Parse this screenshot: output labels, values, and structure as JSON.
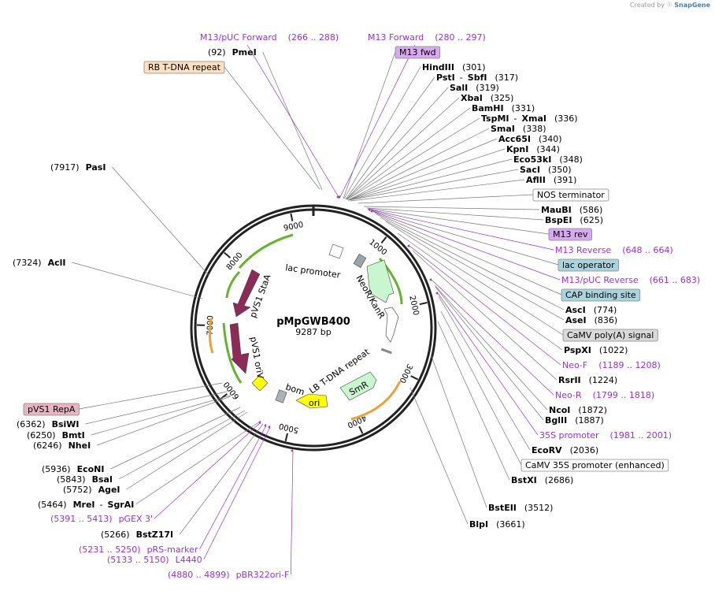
{
  "credit": {
    "prefix": "Created by",
    "brand": "SnapGene"
  },
  "plasmid": {
    "name": "pMpGWB400",
    "size": "9287 bp",
    "length": 9287
  },
  "ticks": [
    "1000",
    "2000",
    "3000",
    "4000",
    "5000",
    "6000",
    "7000",
    "8000",
    "9000"
  ],
  "inner_features": {
    "lac_promoter": "lac promoter",
    "neor": "NeoR/KanR",
    "lb": "LB T-DNA repeat",
    "smr": "SmR",
    "ori": "ori",
    "bom": "bom",
    "pvs1_ori": "pVS1 oriV",
    "pvs1_staa": "pVS1 StaA"
  },
  "labels_right": [
    {
      "kind": "primer",
      "name": "M13/pUC Forward",
      "pos": "(266 .. 288)"
    },
    {
      "kind": "primer",
      "name": "M13 Forward",
      "pos": "(280 .. 297)"
    },
    {
      "kind": "box",
      "name": "M13 fwd",
      "color": "#d8a8f0"
    },
    {
      "kind": "site",
      "name": "HindIII",
      "pos": "(301)"
    },
    {
      "kind": "site",
      "name": "PstI",
      "name2": "SbfI",
      "pos": "(317)"
    },
    {
      "kind": "site",
      "name": "SalI",
      "pos": "(319)"
    },
    {
      "kind": "site",
      "name": "XbaI",
      "pos": "(325)"
    },
    {
      "kind": "site",
      "name": "BamHI",
      "pos": "(331)"
    },
    {
      "kind": "site",
      "name": "TspMI",
      "name2": "XmaI",
      "pos": "(336)"
    },
    {
      "kind": "site",
      "name": "SmaI",
      "pos": "(338)"
    },
    {
      "kind": "site",
      "name": "Acc65I",
      "pos": "(340)"
    },
    {
      "kind": "site",
      "name": "KpnI",
      "pos": "(344)"
    },
    {
      "kind": "site",
      "name": "Eco53kI",
      "pos": "(348)"
    },
    {
      "kind": "site",
      "name": "SacI",
      "pos": "(350)"
    },
    {
      "kind": "site",
      "name": "AflII",
      "pos": "(391)"
    },
    {
      "kind": "box",
      "name": "NOS terminator",
      "color": "#ffffff"
    },
    {
      "kind": "site",
      "name": "MauBI",
      "pos": "(586)"
    },
    {
      "kind": "site",
      "name": "BspEI",
      "pos": "(625)"
    },
    {
      "kind": "box",
      "name": "M13 rev",
      "color": "#d8a8f0"
    },
    {
      "kind": "primer",
      "name": "M13 Reverse",
      "pos": "(648 .. 664)"
    },
    {
      "kind": "box",
      "name": "lac operator",
      "color": "#a9d4dd"
    },
    {
      "kind": "primer",
      "name": "M13/pUC Reverse",
      "pos": "(661 .. 683)"
    },
    {
      "kind": "box",
      "name": "CAP binding site",
      "color": "#a9d4dd"
    },
    {
      "kind": "site",
      "name": "AscI",
      "pos": "(774)"
    },
    {
      "kind": "site",
      "name": "AseI",
      "pos": "(836)"
    },
    {
      "kind": "box",
      "name": "CaMV poly(A) signal",
      "color": "#d9d9d9"
    },
    {
      "kind": "site",
      "name": "PspXI",
      "pos": "(1022)"
    },
    {
      "kind": "primer",
      "name": "Neo-F",
      "pos": "(1189 .. 1208)"
    },
    {
      "kind": "site",
      "name": "RsrII",
      "pos": "(1224)"
    },
    {
      "kind": "primer",
      "name": "Neo-R",
      "pos": "(1799 .. 1818)"
    },
    {
      "kind": "site",
      "name": "NcoI",
      "pos": "(1872)"
    },
    {
      "kind": "site",
      "name": "BglII",
      "pos": "(1887)"
    },
    {
      "kind": "primer",
      "name": "35S promoter",
      "pos": "(1981 .. 2001)"
    },
    {
      "kind": "site",
      "name": "EcoRV",
      "pos": "(2036)"
    },
    {
      "kind": "box",
      "name": "CaMV 35S promoter (enhanced)",
      "color": "#ffffff"
    },
    {
      "kind": "site",
      "name": "BstXI",
      "pos": "(2686)"
    },
    {
      "kind": "site",
      "name": "BstEII",
      "pos": "(3512)"
    },
    {
      "kind": "site",
      "name": "BlpI",
      "pos": "(3661)"
    }
  ],
  "labels_left": [
    {
      "kind": "box",
      "name": "RB T-DNA repeat",
      "color": "#fde0c2"
    },
    {
      "kind": "site",
      "name": "PmeI",
      "pos": "(92)"
    },
    {
      "kind": "site",
      "name": "PasI",
      "pos": "(7917)"
    },
    {
      "kind": "site",
      "name": "AclI",
      "pos": "(7324)"
    },
    {
      "kind": "box",
      "name": "pVS1 RepA",
      "color": "#e8b4c4"
    },
    {
      "kind": "site",
      "name": "BsiWI",
      "pos": "(6362)"
    },
    {
      "kind": "site",
      "name": "BmtI",
      "pos": "(6250)"
    },
    {
      "kind": "site",
      "name": "NheI",
      "pos": "(6246)"
    },
    {
      "kind": "site",
      "name": "EcoNI",
      "pos": "(5936)"
    },
    {
      "kind": "site",
      "name": "BsaI",
      "pos": "(5843)"
    },
    {
      "kind": "site",
      "name": "AgeI",
      "pos": "(5752)"
    },
    {
      "kind": "site",
      "name": "MreI",
      "name2": "SgrAI",
      "pos": "(5464)"
    },
    {
      "kind": "primer",
      "name": "pGEX 3'",
      "pos": "(5391 .. 5413)"
    },
    {
      "kind": "site",
      "name": "BstZ17I",
      "pos": "(5266)"
    },
    {
      "kind": "primer",
      "name": "pRS-marker",
      "pos": "(5231 .. 5250)"
    },
    {
      "kind": "primer",
      "name": "L4440",
      "pos": "(5133 .. 5150)"
    },
    {
      "kind": "primer",
      "name": "pBR322ori-F",
      "pos": "(4880 .. 4899)"
    }
  ]
}
